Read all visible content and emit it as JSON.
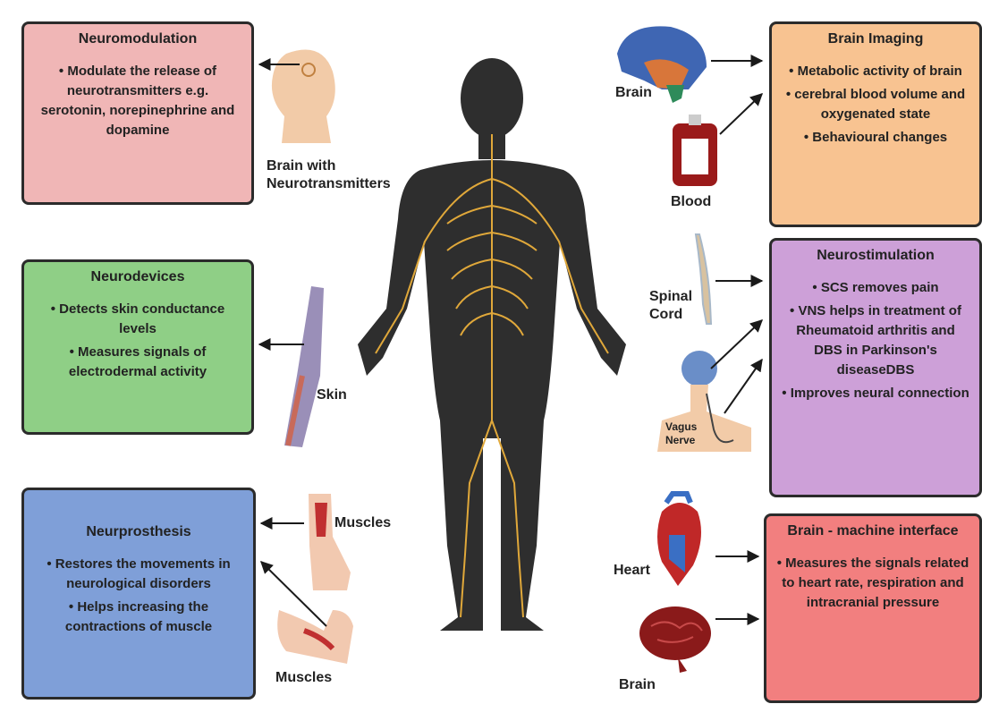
{
  "left_boxes": {
    "neuromodulation": {
      "title": "Neuromodulation",
      "bullets": [
        "Modulate the release of neurotransmitters e.g. serotonin, norepinephrine and dopamine"
      ]
    },
    "neurodevices": {
      "title": "Neurodevices",
      "bullets": [
        "Detects skin conductance levels",
        "Measures signals of electrodermal activity"
      ]
    },
    "neurprosthesis": {
      "title": "Neurprosthesis",
      "bullets": [
        "Restores the movements in neurological disorders",
        "Helps increasing the contractions of muscle"
      ]
    }
  },
  "right_boxes": {
    "brain_imaging": {
      "title": "Brain Imaging",
      "bullets": [
        "Metabolic activity of brain",
        "cerebral blood volume and oxygenated state",
        "Behavioural changes"
      ]
    },
    "neurostimulation": {
      "title": "Neurostimulation",
      "bullets": [
        "SCS removes pain",
        "VNS helps in treatment of Rheumatoid arthritis and DBS in Parkinson's diseaseDBS",
        "Improves neural connection"
      ]
    },
    "bmi": {
      "title": "Brain - machine interface",
      "bullets": [
        "Measures the signals related to heart rate, respiration and intracranial pressure"
      ]
    }
  },
  "organ_labels": {
    "brain_neuro_line1": "Brain with",
    "brain_neuro_line2": "Neurotransmitters",
    "skin": "Skin",
    "muscles_top": "Muscles",
    "muscles_bottom": "Muscles",
    "brain_top": "Brain",
    "blood": "Blood",
    "spinal_line1": "Spinal",
    "spinal_line2": "Cord",
    "vagus_line1": "Vagus",
    "vagus_line2": "Nerve",
    "heart": "Heart",
    "brain_bottom": "Brain"
  },
  "colors": {
    "body": "#2e2e2e",
    "nerves": "#e0a83a",
    "neuromodulation": "#f0b6b6",
    "neurodevices": "#8fcf86",
    "neurprosthesis": "#7f9fd8",
    "brain_imaging": "#f8c391",
    "neurostimulation": "#cda0d8",
    "bmi": "#f27f7f"
  }
}
